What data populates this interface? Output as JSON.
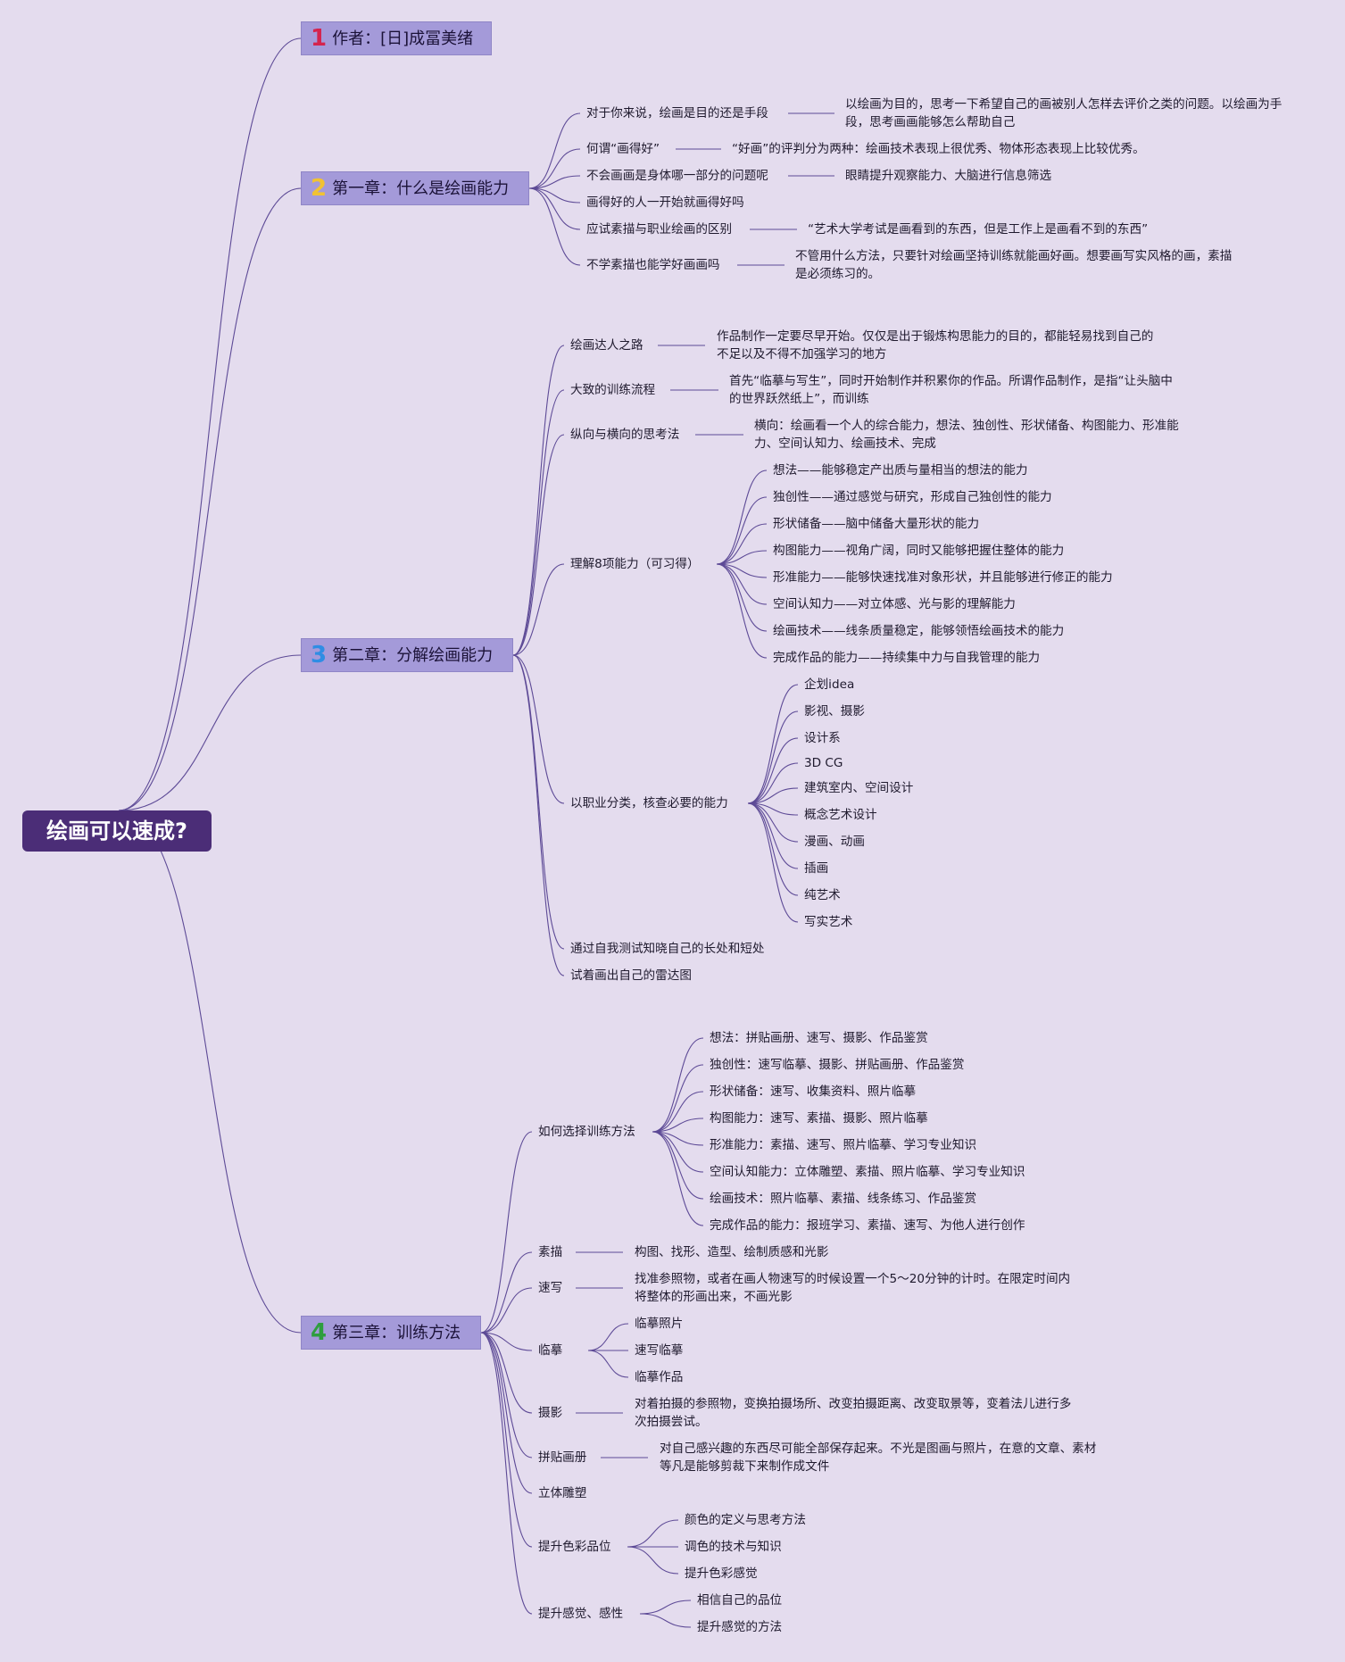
{
  "root": "绘画可以速成?",
  "branches": [
    {
      "num": "1",
      "num_color": "#d4244e",
      "label": "作者：[日]成冨美绪"
    },
    {
      "num": "2",
      "num_color": "#f1c232",
      "label": "第一章：什么是绘画能力"
    },
    {
      "num": "3",
      "num_color": "#2f8de4",
      "label": "第二章：分解绘画能力"
    },
    {
      "num": "4",
      "num_color": "#2e9e3e",
      "label": "第三章：训练方法"
    }
  ],
  "ch1": [
    {
      "label": "对于你来说，绘画是目的还是手段",
      "note": "以绘画为目的，思考一下希望自己的画被别人怎样去评价之类的问题。以绘画为手段，思考画画能够怎么帮助自己"
    },
    {
      "label": "何谓“画得好”",
      "note": "“好画”的评判分为两种：绘画技术表现上很优秀、物体形态表现上比较优秀。"
    },
    {
      "label": "不会画画是身体哪一部分的问题呢",
      "note": "眼睛提升观察能力、大脑进行信息筛选"
    },
    {
      "label": "画得好的人一开始就画得好吗",
      "note": ""
    },
    {
      "label": "应试素描与职业绘画的区别",
      "note": "“艺术大学考试是画看到的东西，但是工作上是画看不到的东西”"
    },
    {
      "label": "不学素描也能学好画画吗",
      "note": "不管用什么方法，只要针对绘画坚持训练就能画好画。想要画写实风格的画，素描是必须练习的。"
    }
  ],
  "ch2": {
    "items": [
      {
        "label": "绘画达人之路",
        "note": "作品制作一定要尽早开始。仅仅是出于锻炼构思能力的目的，都能轻易找到自己的不足以及不得不加强学习的地方"
      },
      {
        "label": "大致的训练流程",
        "note": "首先“临摹与写生”，同时开始制作并积累你的作品。所谓作品制作，是指“让头脑中的世界跃然纸上”，而训练"
      },
      {
        "label": "纵向与横向的思考法",
        "note": "横向：绘画看一个人的综合能力，想法、独创性、形状储备、构图能力、形准能力、空间认知力、绘画技术、完成"
      },
      {
        "label": "理解8项能力（可习得）"
      },
      {
        "label": "以职业分类，核查必要的能力"
      },
      {
        "label": "通过自我测试知晓自己的长处和短处"
      },
      {
        "label": "试着画出自己的雷达图"
      }
    ],
    "abilities": [
      "想法——能够稳定产出质与量相当的想法的能力",
      "独创性——通过感觉与研究，形成自己独创性的能力",
      "形状储备——脑中储备大量形状的能力",
      "构图能力——视角广阔，同时又能够把握住整体的能力",
      "形准能力——能够快速找准对象形状，并且能够进行修正的能力",
      "空间认知力——对立体感、光与影的理解能力",
      "绘画技术——线条质量稳定，能够领悟绘画技术的能力",
      "完成作品的能力——持续集中力与自我管理的能力"
    ],
    "careers": [
      "企划idea",
      "影视、摄影",
      "设计系",
      "3D CG",
      "建筑室内、空间设计",
      "概念艺术设计",
      "漫画、动画",
      "插画",
      "纯艺术",
      "写实艺术"
    ]
  },
  "ch3": {
    "items": [
      {
        "label": "如何选择训练方法",
        "note": ""
      },
      {
        "label": "素描",
        "note": "构图、找形、造型、绘制质感和光影"
      },
      {
        "label": "速写",
        "note": "找准参照物，或者在画人物速写的时候设置一个5～20分钟的计时。在限定时间内将整体的形画出来，不画光影"
      },
      {
        "label": "临摹",
        "note": ""
      },
      {
        "label": "摄影",
        "note": "对着拍摄的参照物，变换拍摄场所、改变拍摄距离、改变取景等，变着法儿进行多次拍摄尝试。"
      },
      {
        "label": "拼贴画册",
        "note": "对自己感兴趣的东西尽可能全部保存起来。不光是图画与照片，在意的文章、素材等凡是能够剪裁下来制作成文件"
      },
      {
        "label": "立体雕塑",
        "note": ""
      },
      {
        "label": "提升色彩品位",
        "note": ""
      },
      {
        "label": "提升感觉、感性",
        "note": ""
      }
    ],
    "methods": [
      "想法：拼贴画册、速写、摄影、作品鉴赏",
      "独创性：速写临摹、摄影、拼贴画册、作品鉴赏",
      "形状储备：速写、收集资料、照片临摹",
      "构图能力：速写、素描、摄影、照片临摹",
      "形准能力：素描、速写、照片临摹、学习专业知识",
      "空间认知能力：立体雕塑、素描、照片临摹、学习专业知识",
      "绘画技术：照片临摹、素描、线条练习、作品鉴赏",
      "完成作品的能力：报班学习、素描、速写、为他人进行创作"
    ],
    "copying": [
      "临摹照片",
      "速写临摹",
      "临摹作品"
    ],
    "color": [
      "颜色的定义与思考方法",
      "调色的技术与知识",
      "提升色彩感觉"
    ],
    "sense": [
      "相信自己的品位",
      "提升感觉的方法"
    ]
  },
  "colors": {
    "background": "#e4dcee",
    "root": "#4b2d77",
    "branch": "#a49ad9",
    "line": "#5d4a96"
  }
}
